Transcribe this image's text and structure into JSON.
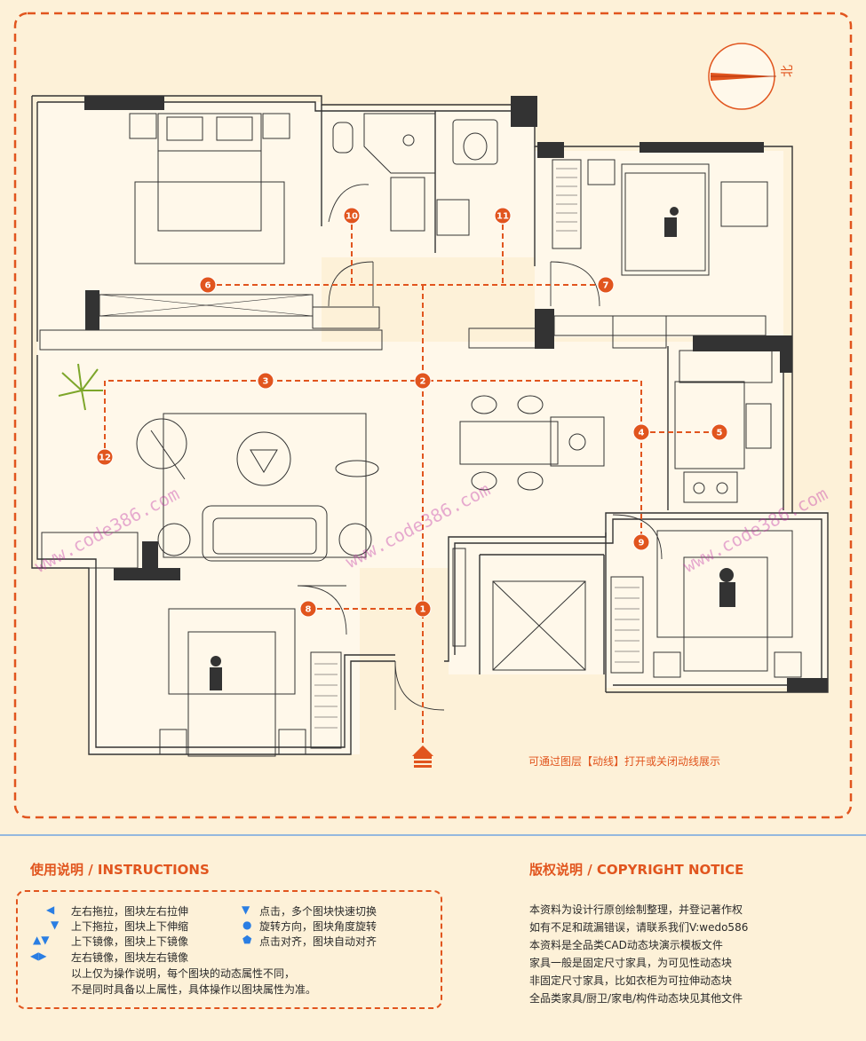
{
  "plan": {
    "hint_text": "可通过图层【动线】打开或关闭动线展示",
    "north_label": "北",
    "markers": [
      "1",
      "2",
      "3",
      "4",
      "5",
      "6",
      "7",
      "8",
      "9",
      "10",
      "11",
      "12"
    ],
    "watermark": "www.code386.com",
    "colors": {
      "accent": "#e1551e",
      "wall": "#333333",
      "paper": "#fdf1d8",
      "divider": "#2a7ee3"
    }
  },
  "instructions": {
    "title": "使用说明 / INSTRUCTIONS",
    "left": [
      {
        "icon": "arrow-left-icon",
        "text": "左右拖拉，图块左右拉伸"
      },
      {
        "icon": "arrow-down-icon",
        "text": "上下拖拉，图块上下伸缩"
      },
      {
        "icon": "flip-vertical-icon",
        "text": "上下镜像，图块上下镜像"
      },
      {
        "icon": "flip-horizontal-icon",
        "text": "左右镜像，图块左右镜像"
      }
    ],
    "right": [
      {
        "icon": "triangle-down-icon",
        "text": "点击，多个图块快速切换"
      },
      {
        "icon": "circle-icon",
        "text": "旋转方向，图块角度旋转"
      },
      {
        "icon": "pentagon-icon",
        "text": "点击对齐，图块自动对齐"
      }
    ],
    "note1": "以上仅为操作说明，每个图块的动态属性不同，",
    "note2": "不是同时具备以上属性，具体操作以图块属性为准。"
  },
  "copyright": {
    "title": "版权说明 / COPYRIGHT NOTICE",
    "lines": [
      "本资料为设计行原创绘制整理，并登记著作权",
      "如有不足和疏漏错误，请联系我们V:wedo586",
      "本资料是全品类CAD动态块演示模板文件",
      "家具一般是固定尺寸家具，为可见性动态块",
      "非固定尺寸家具，比如衣柜为可拉伸动态块",
      "全品类家具/厨卫/家电/构件动态块见其他文件"
    ]
  }
}
